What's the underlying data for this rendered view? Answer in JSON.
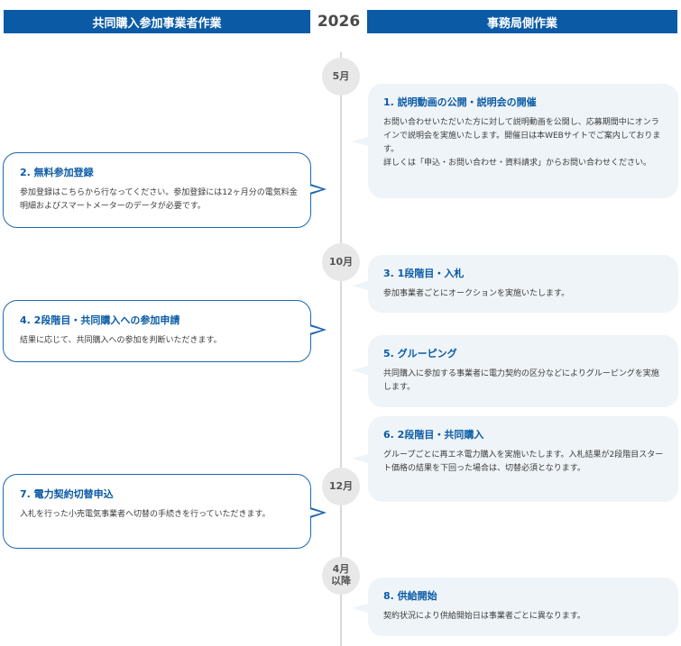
{
  "header": {
    "left_title": "共同購入参加事業者作業",
    "year": "2026",
    "right_title": "事務局側作業"
  },
  "months": [
    {
      "label": "5月"
    },
    {
      "label": "10月"
    },
    {
      "label": "12月"
    },
    {
      "label": "4月\n以降"
    }
  ],
  "participant_steps": [
    {
      "title": "2. 無料参加登録",
      "body": "参加登録はこちらから行なってください。参加登録には12ヶ月分の電気料金明細およびスマートメーターのデータが必要です。"
    },
    {
      "title": "4. 2段階目・共同購入への参加申請",
      "body": "結果に応じて、共同購入への参加を判断いただきます。"
    },
    {
      "title": "7. 電力契約切替申込",
      "body": "入札を行った小売電気事業者へ切替の手続きを行っていただきます。"
    }
  ],
  "office_steps": [
    {
      "title": "1. 説明動画の公開・説明会の開催",
      "body": "お問い合わせいただいた方に対して説明動画を公開し、応募期間中にオンラインで説明会を実施いたします。開催日は本WEBサイトでご案内しております。\n詳しくは「申込・お問い合わせ・資料請求」からお問い合わせください。"
    },
    {
      "title": "3. 1段階目・入札",
      "body": "参加事業者ごとにオークションを実施いたします。"
    },
    {
      "title": "5. グルーピング",
      "body": "共同購入に参加する事業者に電力契約の区分などによりグルーピングを実施します。"
    },
    {
      "title": "6. 2段階目・共同購入",
      "body": "グループごとに再エネ電力購入を実施いたします。入札結果が2段階目スタート価格の結果を下回った場合は、切替必須となります。"
    },
    {
      "title": "8. 供給開始",
      "body": "契約状況により供給開始日は事業者ごとに異なります。"
    }
  ],
  "colors": {
    "brand": "#0a5aa6",
    "card_fill": "#eef4f8",
    "axis": "#d9d9d9",
    "month_circle": "#e8e8e8"
  }
}
